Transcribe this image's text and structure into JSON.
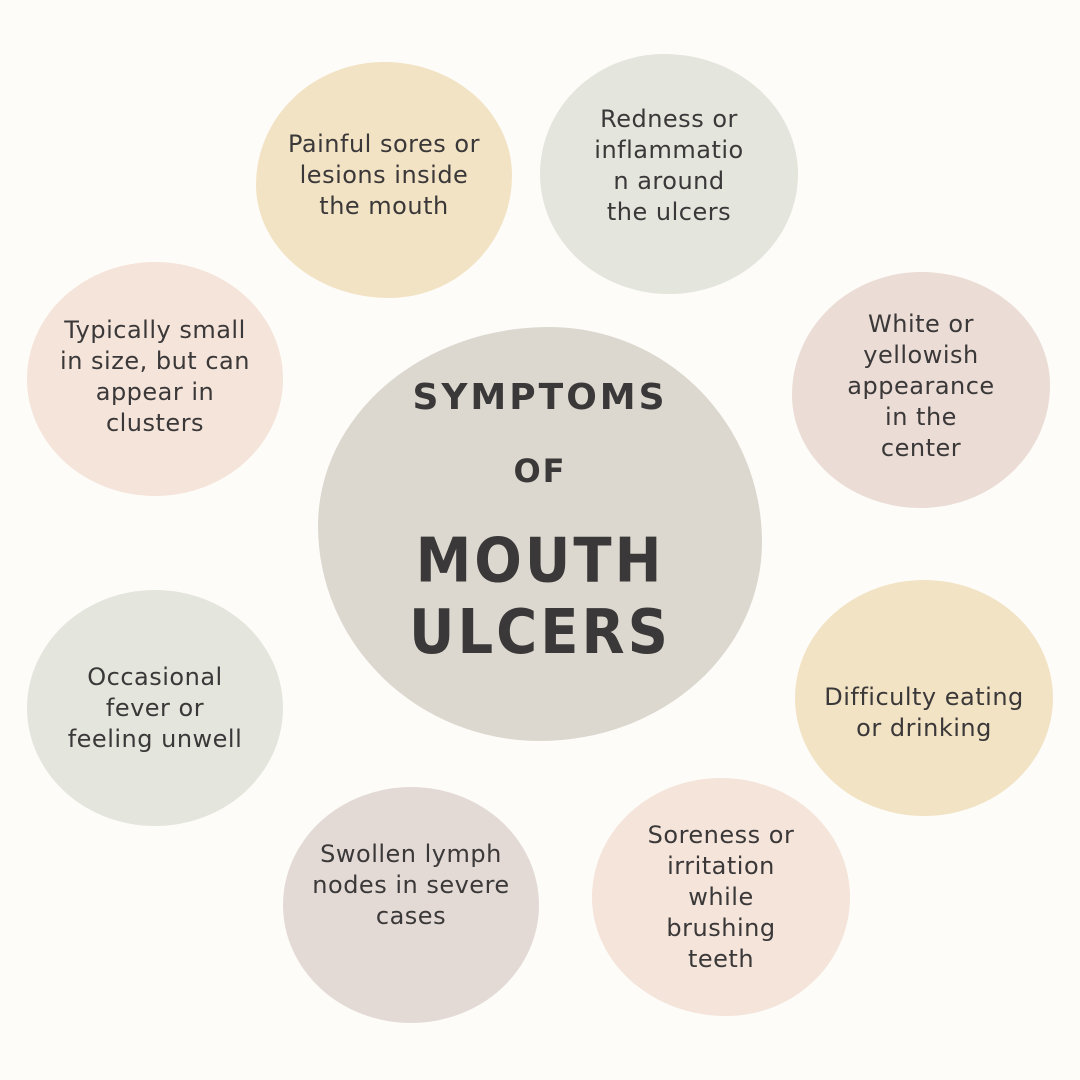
{
  "title": {
    "line1": "SYMPTOMS",
    "line2": "OF",
    "line3": "MOUTH ULCERS"
  },
  "colors": {
    "background": "#fdfcf8",
    "text": "#3a3838",
    "center": "#dcd8cf",
    "tan": "#f3e3c5",
    "sage": "#e4e5dc",
    "peach": "#f5e4da",
    "rose": "#ebdcd5",
    "mauve": "#e4dad5"
  },
  "symptoms": [
    {
      "text": "Painful sores or\nlesions inside\nthe mouth",
      "color": "#f3e3c5"
    },
    {
      "text": "Redness or\ninflammatio\nn around\nthe ulcers",
      "color": "#e4e5dc"
    },
    {
      "text": "White or\nyellowish\nappearance\nin the\ncenter",
      "color": "#ebdcd5"
    },
    {
      "text": "Difficulty eating\nor drinking",
      "color": "#f3e3c5"
    },
    {
      "text": "Soreness or\nirritation\nwhile\nbrushing\nteeth",
      "color": "#f5e4da"
    },
    {
      "text": "Swollen lymph\nnodes in severe\ncases",
      "color": "#e4dad5"
    },
    {
      "text": "Occasional\nfever or\nfeeling unwell",
      "color": "#e4e5dc"
    },
    {
      "text": "Typically small\nin size, but can\nappear in\nclusters",
      "color": "#f5e4da"
    }
  ]
}
